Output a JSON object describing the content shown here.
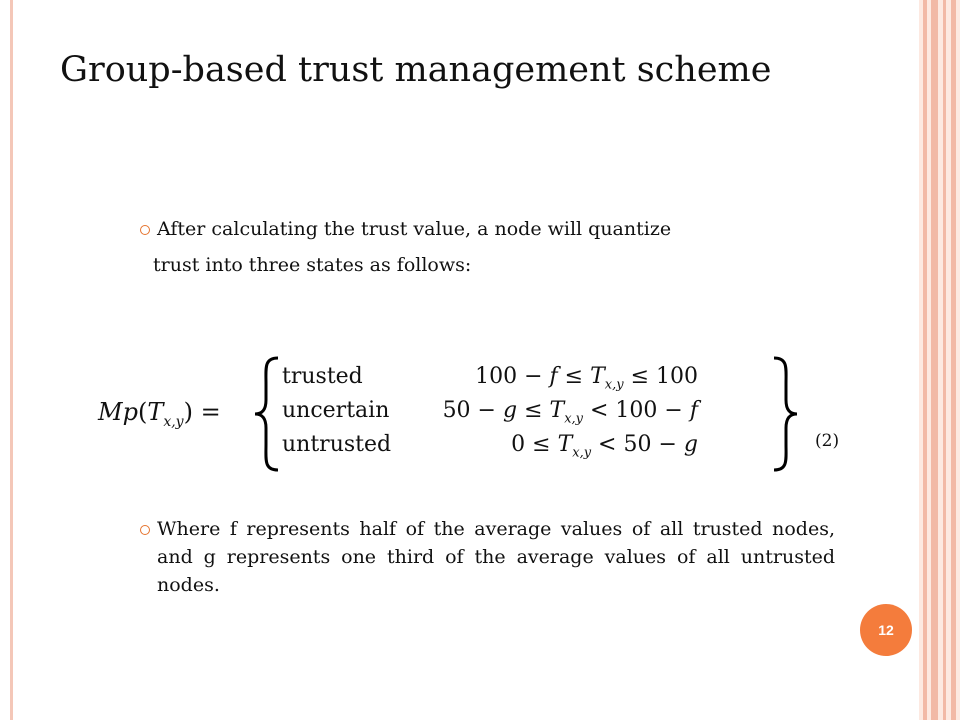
{
  "slide": {
    "title": "Group-based trust management scheme",
    "bullets": [
      {
        "line1": "After calculating the trust value, a node will quantize",
        "line2": "trust into three states as follows:"
      },
      {
        "text": "Where f represents half of the average values of all trusted nodes, and g represents one third of the average values of all untrusted nodes."
      }
    ],
    "formula": {
      "lhs_fn": "Mp",
      "lhs_var": "T",
      "lhs_sub": "x,y",
      "equals": "=",
      "cases": [
        {
          "label": "trusted",
          "condition": "100 − f ≤ T x,y ≤ 100"
        },
        {
          "label": "uncertain",
          "condition": "50 − g ≤ T x,y < 100 − f"
        },
        {
          "label": "untrusted",
          "condition": "0 ≤ T x,y < 50 − g"
        }
      ],
      "equation_number": "(2)"
    },
    "page_number": "12",
    "colors": {
      "accent": "#f47c3c",
      "frame_stripe": "#f2b9a6",
      "frame_background": "#fde9e1"
    }
  }
}
